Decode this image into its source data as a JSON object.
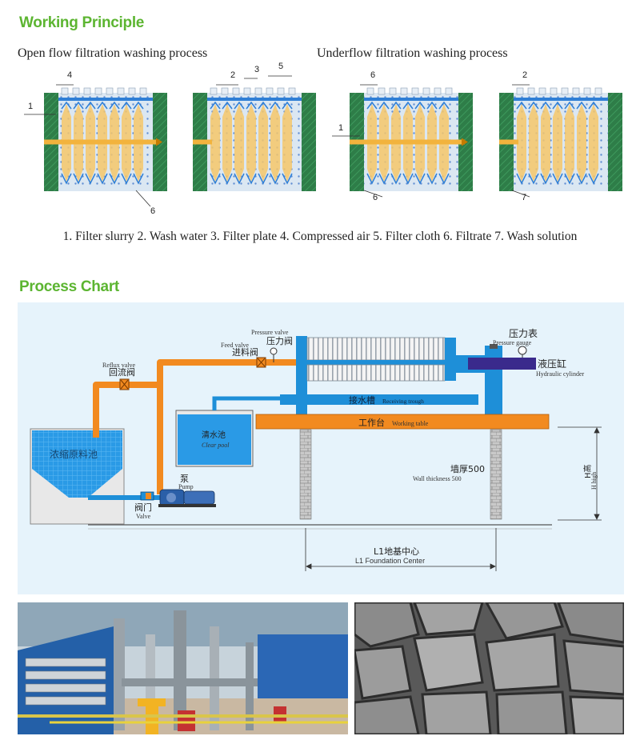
{
  "working_principle": {
    "title": "Working Principle",
    "open_flow_label": "Open flow filtration washing process",
    "underflow_label": "Underflow filtration washing process",
    "panels": [
      {
        "callouts": [
          "1",
          "4",
          "6"
        ]
      },
      {
        "callouts": [
          "2",
          "3",
          "5"
        ]
      },
      {
        "callouts": [
          "1",
          "6",
          "6"
        ]
      },
      {
        "callouts": [
          "2",
          "7"
        ]
      }
    ],
    "legend": "1. Filter slurry 2. Wash water 3. Filter plate 4. Compressed air 5. Filter cloth 6. Filtrate 7. Wash solution"
  },
  "process_chart": {
    "title": "Process Chart",
    "labels": {
      "pressure_valve_en": "Pressure valve",
      "pressure_valve_cn": "压力阀",
      "feed_valve_en": "Feed valve",
      "feed_valve_cn": "进料阀",
      "reflux_valve_en": "Reflux valve",
      "reflux_valve_cn": "回流阀",
      "pressure_gauge_cn": "压力表",
      "pressure_gauge_en": "Pressure gauge",
      "hydraulic_cylinder_cn": "液压缸",
      "hydraulic_cylinder_en": "Hydraulic cylinder",
      "receiving_trough_cn": "接水槽",
      "receiving_trough_en": "Receiving trough",
      "working_table_cn": "工作台",
      "working_table_en": "Working table",
      "clear_pool_cn": "清水池",
      "clear_pool_en": "Clear pool",
      "raw_pool_cn": "浓缩原料池",
      "pump_cn": "泵",
      "pump_en": "Pump",
      "valve_cn": "阀门",
      "valve_en": "Valve",
      "wall_cn": "墙厚500",
      "wall_en": "Wall thickness 500",
      "height_cn": "H高",
      "height_en": "H high",
      "foundation_cn": "L1地基中心",
      "foundation_en": "L1 Foundation Center"
    }
  },
  "colors": {
    "title_green": "#5cb531",
    "diagram_bg": "#e6f3fb",
    "pipe_orange": "#f28a1f",
    "frame_blue": "#1e8fd8",
    "hydraulic_purple": "#3a2a8c",
    "wall_green": "#2e7d48"
  },
  "photos": {
    "left": "filter-press-installation-photo",
    "right": "filter-cake-photo"
  }
}
